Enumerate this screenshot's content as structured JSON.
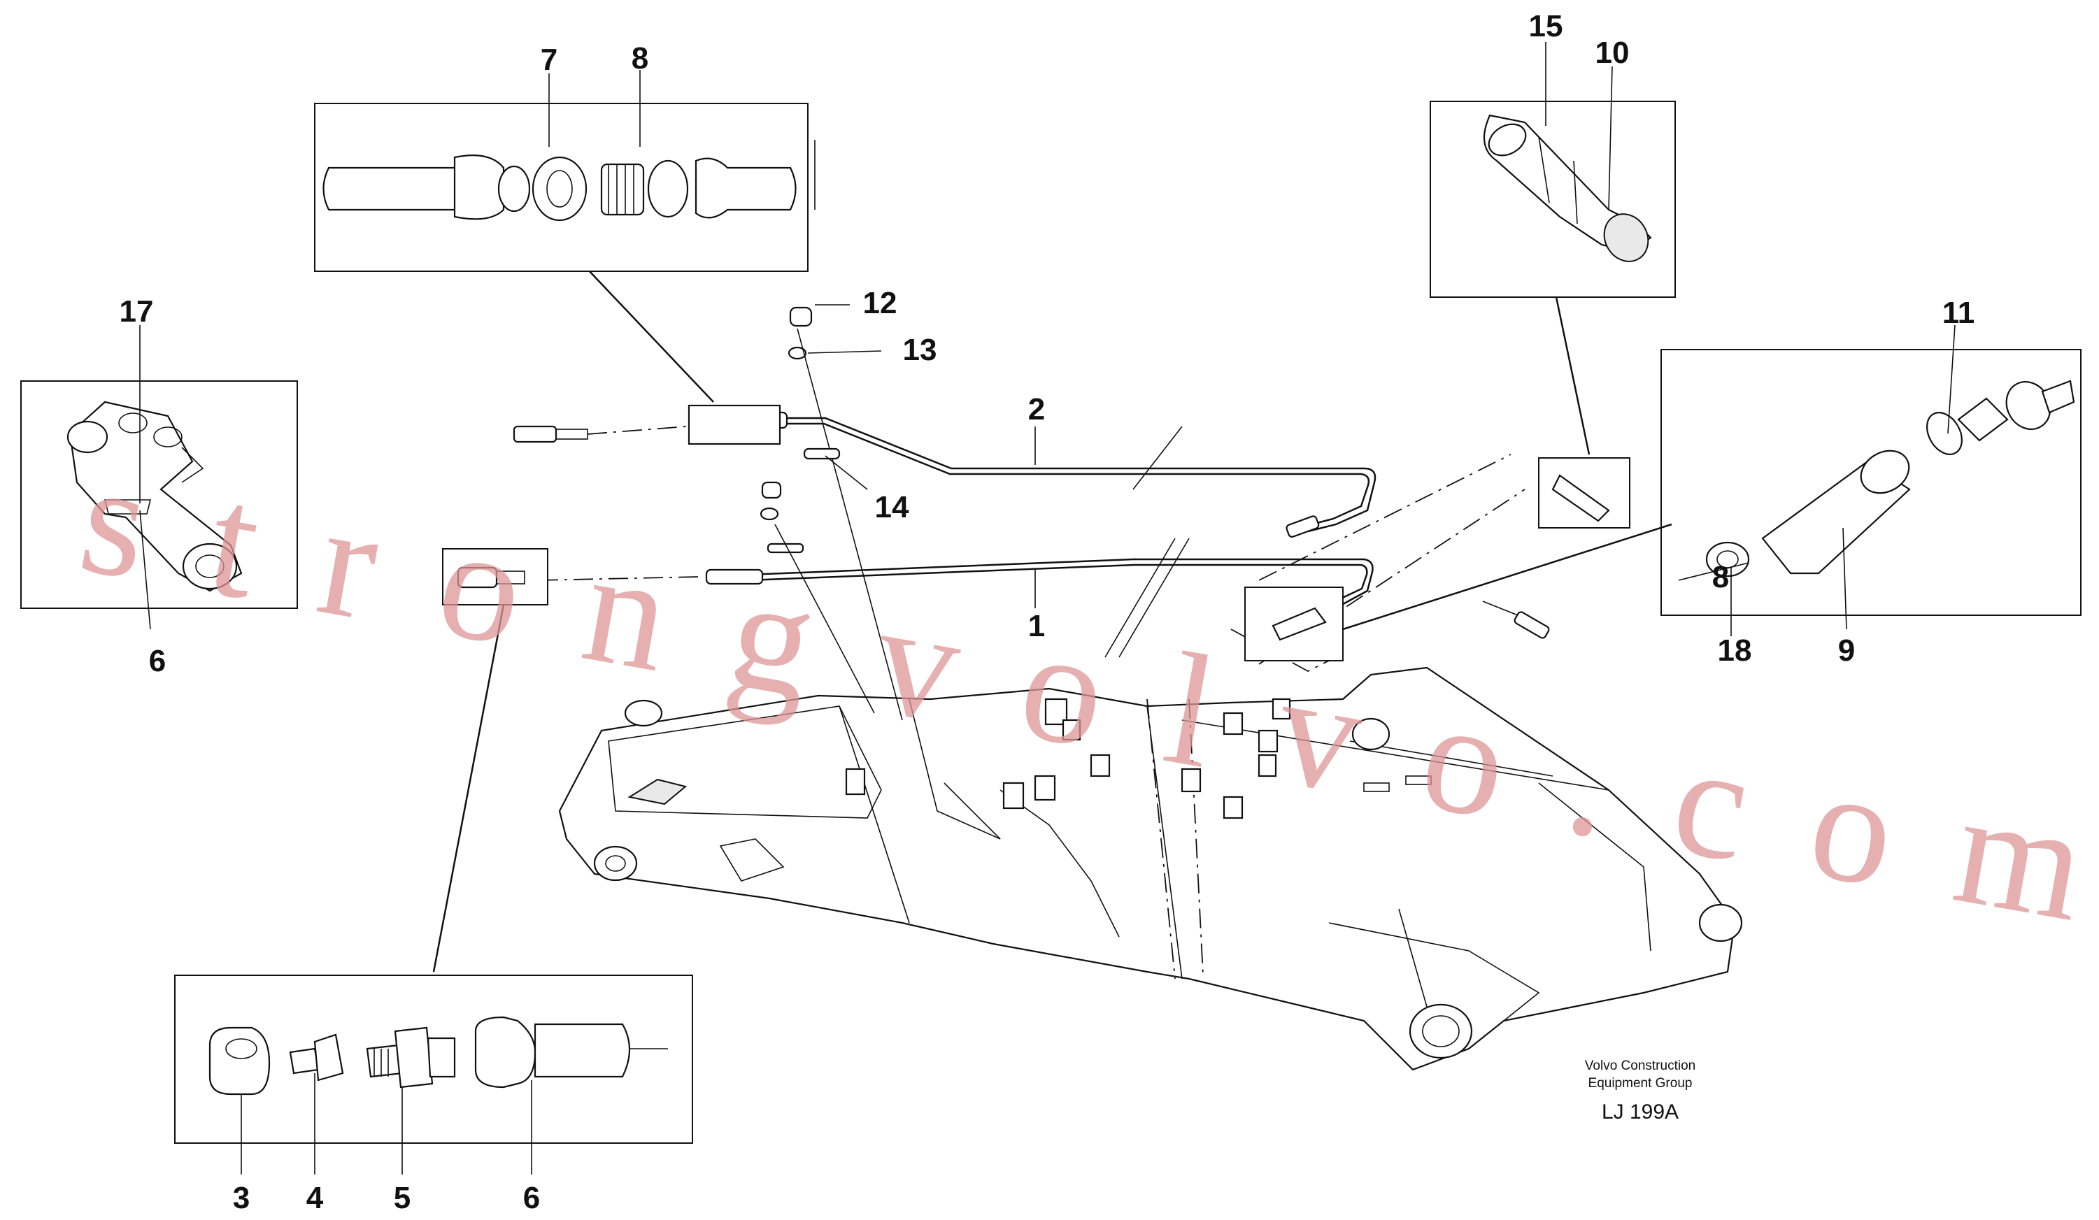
{
  "diagram": {
    "callouts": [
      "1",
      "2",
      "3",
      "4",
      "5",
      "6",
      "6",
      "7",
      "8",
      "8",
      "9",
      "10",
      "11",
      "12",
      "13",
      "14",
      "15",
      "17",
      "18"
    ],
    "watermark": "strongvolvo.com",
    "publisher_line1": "Volvo Construction",
    "publisher_line2": "Equipment Group",
    "reference": "LJ 199A"
  }
}
